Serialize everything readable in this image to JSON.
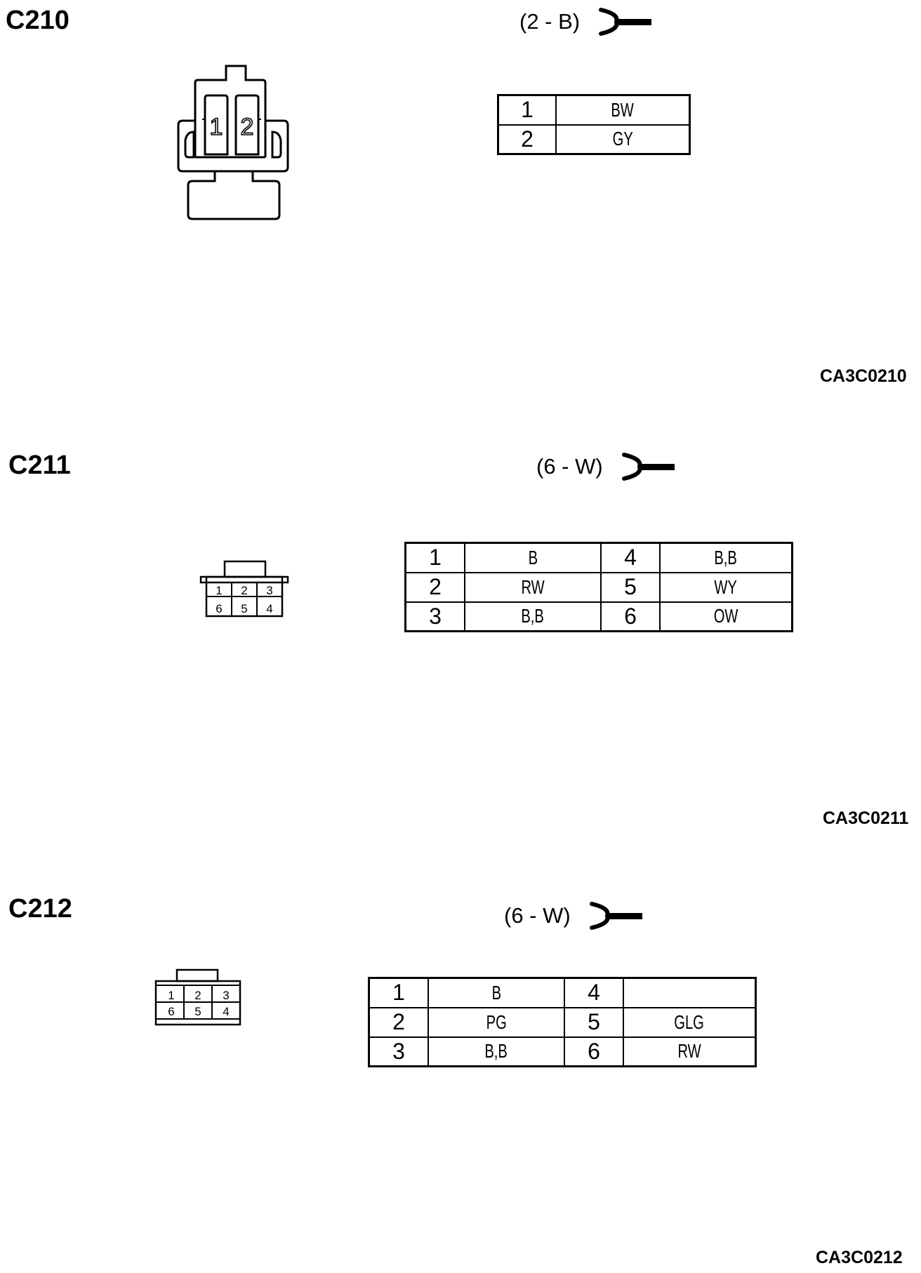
{
  "connectors": [
    {
      "id": "C210",
      "spec": "(2 - B)",
      "reference": "CA3C0210",
      "face_labels": [
        "1",
        "2"
      ],
      "pins": [
        {
          "pin": "1",
          "wire": "BW"
        },
        {
          "pin": "2",
          "wire": "GY"
        }
      ]
    },
    {
      "id": "C211",
      "spec": "(6 - W)",
      "reference": "CA3C0211",
      "face_labels": [
        "1",
        "2",
        "3",
        "6",
        "5",
        "4"
      ],
      "rows": [
        {
          "pin_a": "1",
          "wire_a": "B",
          "pin_b": "4",
          "wire_b": "B,B"
        },
        {
          "pin_a": "2",
          "wire_a": "RW",
          "pin_b": "5",
          "wire_b": "WY"
        },
        {
          "pin_a": "3",
          "wire_a": "B,B",
          "pin_b": "6",
          "wire_b": "OW"
        }
      ]
    },
    {
      "id": "C212",
      "spec": "(6 - W)",
      "reference": "CA3C0212",
      "face_labels": [
        "1",
        "2",
        "3",
        "6",
        "5",
        "4"
      ],
      "rows": [
        {
          "pin_a": "1",
          "wire_a": "B",
          "pin_b": "4",
          "wire_b": ""
        },
        {
          "pin_a": "2",
          "wire_a": "PG",
          "pin_b": "5",
          "wire_b": "GLG"
        },
        {
          "pin_a": "3",
          "wire_a": "B,B",
          "pin_b": "6",
          "wire_b": "RW"
        }
      ]
    }
  ]
}
